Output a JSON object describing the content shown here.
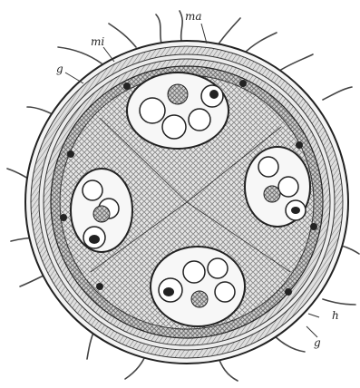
{
  "figure": {
    "labels": {
      "ma": "ma",
      "mi": "mi",
      "g_top": "g",
      "h": "h",
      "g_bottom": "g"
    },
    "bundle_count": 4,
    "colors": {
      "ink": "#222222",
      "paper": "#ffffff",
      "cortex": "#d9d9d9",
      "tissue": "#bdbdbd"
    }
  }
}
